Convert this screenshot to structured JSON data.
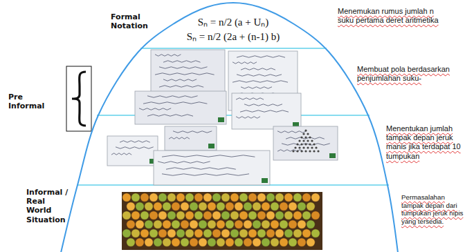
{
  "diagram": {
    "labels": [
      "Formal Notation",
      "Sₙ = n/2 (a + Uₙ)",
      "Sₙ = n/2 (2a + (n-1) b)",
      "Menemukan rumus jumlah n suku pertama deret aritmetika",
      "Membuat pola berdasarkan penjumlahan suku-",
      "Menentukan jumlah tampak depan jeruk manis jika terdapat 10 tumpukan",
      "Permasalahan tampak depan dari tumpukan jeruk nipis yang tersedia.",
      "Pre Informal",
      "Informal / Real World Situation"
    ]
  }
}
